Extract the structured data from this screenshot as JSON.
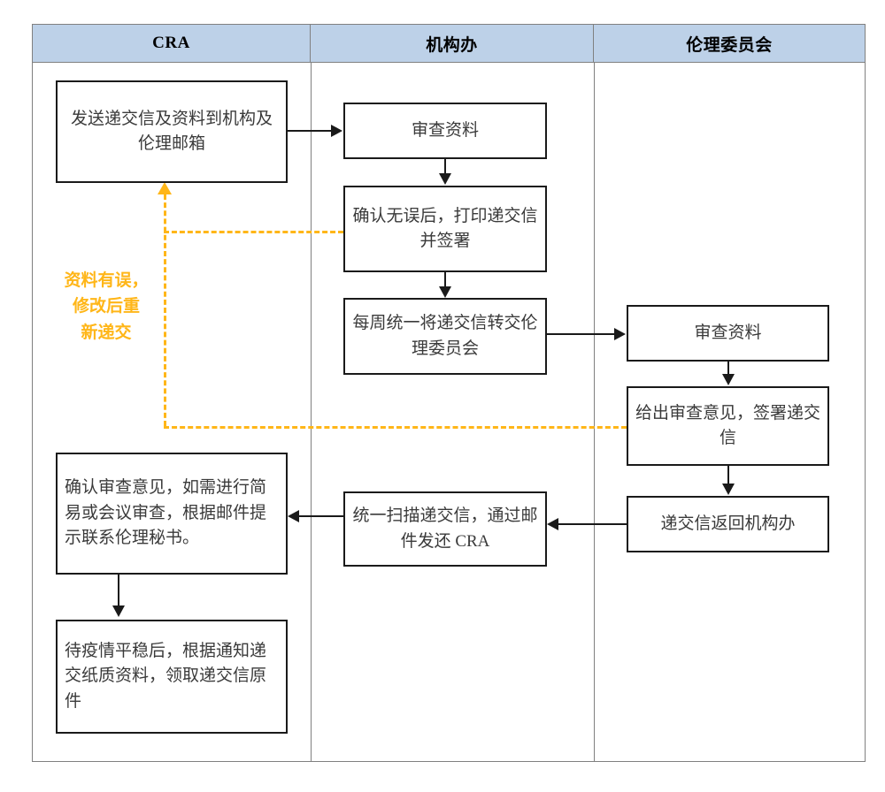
{
  "diagram": {
    "type": "swimlane-flowchart",
    "lanes": [
      {
        "id": "cra",
        "title": "CRA"
      },
      {
        "id": "institution",
        "title": "机构办"
      },
      {
        "id": "ethics",
        "title": "伦理委员会"
      }
    ],
    "nodes": {
      "cra_send": "发送递交信及资料到机构及伦理邮箱",
      "cra_confirm": "确认审查意见，如需进行简易或会议审查，根据邮件提示联系伦理秘书。",
      "cra_paper": "待疫情平稳后，根据通知递交纸质资料，领取递交信原件",
      "inst_review": "审查资料",
      "inst_print": "确认无误后，打印递交信并签署",
      "inst_forward": "每周统一将递交信转交伦理委员会",
      "inst_scan": "统一扫描递交信，通过邮件发还 CRA",
      "eth_review": "审查资料",
      "eth_opinion": "给出审查意见，签署递交信",
      "eth_return": "递交信返回机构办"
    },
    "annotations": {
      "feedback_note": "资料有误，\n修改后重\n新递交"
    },
    "colors": {
      "lane_header_fill": "#bdd1e8",
      "node_border": "#1a1a1a",
      "node_text": "#3a3a3a",
      "feedback_orange": "#ffb618",
      "table_border": "#808080"
    }
  }
}
